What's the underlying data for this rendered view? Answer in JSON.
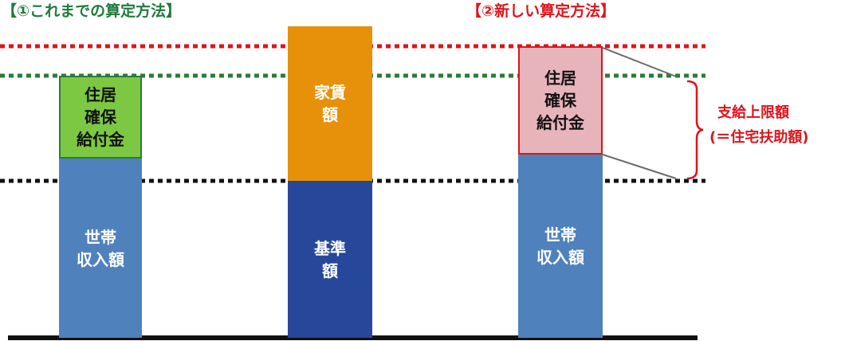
{
  "headings": {
    "old_method": "【①これまでの算定方法】",
    "new_method": "【②新しい算定方法】"
  },
  "blocks": {
    "col1_top": "住居\n確保\n給付金",
    "col1_bottom": "世帯\n収入額",
    "col2_top": "家賃\n額",
    "col2_bottom": "基準\n額",
    "col3_top": "住居\n確保\n給付金",
    "col3_bottom": "世帯\n収入額"
  },
  "annotation": {
    "line1": "支給上限額",
    "line2": "(＝住宅扶助額)"
  },
  "colors": {
    "heading_old": "#1f7a3c",
    "heading_new": "#e0131b",
    "annotation": "#e0131b",
    "income_blue": "#4f81bd",
    "benefit_green": "#7cc843",
    "benefit_green_border": "#2d7a3a",
    "rent_orange": "#e69109",
    "standard_navy": "#27489a",
    "benefit_pink": "#e8b4bc",
    "benefit_pink_border": "#e0131b",
    "line_red": "#e0131b",
    "line_green": "#2d7a3a",
    "line_black": "#111111"
  }
}
